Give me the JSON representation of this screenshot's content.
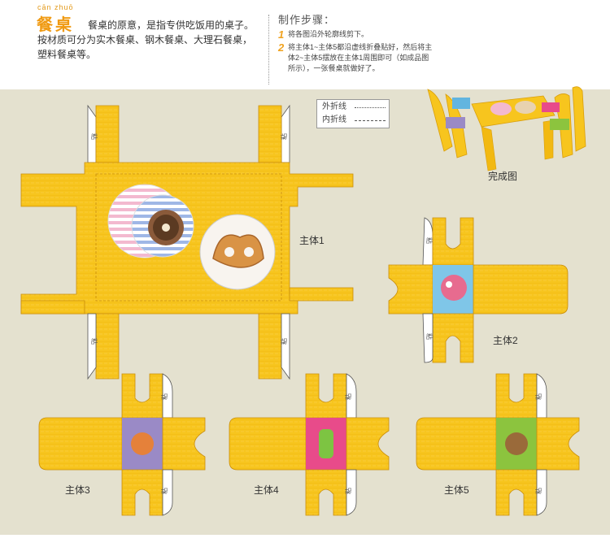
{
  "header": {
    "pinyin": "cān zhuō",
    "title": "餐桌",
    "description": "餐桌的原意，是指专供吃饭用的桌子。按材质可分为实木餐桌、钢木餐桌、大理石餐桌，塑料餐桌等。"
  },
  "steps": {
    "title": "制作步骤：",
    "items": [
      {
        "num": "1",
        "text": "将各图沿外轮廓线剪下。"
      },
      {
        "num": "2",
        "text": "将主体1~主体5都沿虚线折叠贴好，然后将主体2~主体5摆放在主体1周围即可（如成品图所示），一张餐桌就做好了。"
      }
    ]
  },
  "legend": {
    "outer_fold": "外折线",
    "inner_fold": "内折线"
  },
  "finished_label": "完成图",
  "tab_text": "粘",
  "pieces": [
    {
      "label": "主体1"
    },
    {
      "label": "主体2"
    },
    {
      "label": "主体3"
    },
    {
      "label": "主体4"
    },
    {
      "label": "主体5"
    }
  ],
  "colors": {
    "yellow": "#f7c51e",
    "yellow_dark": "#e8a912",
    "background": "#e4e1cf",
    "accent_orange": "#f09a12"
  }
}
